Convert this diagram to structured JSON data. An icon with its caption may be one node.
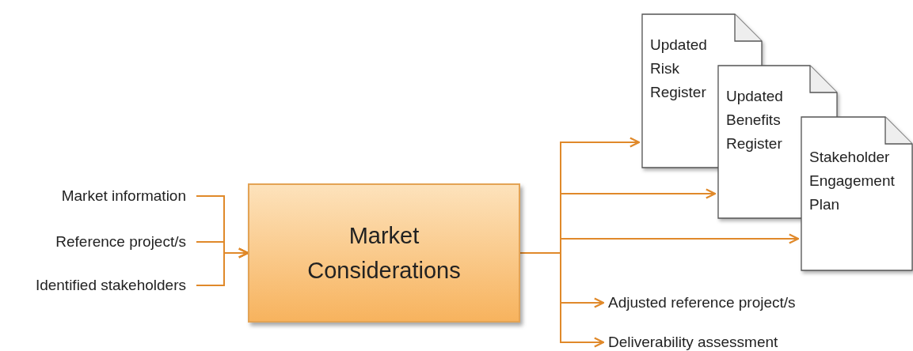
{
  "diagram": {
    "nodes": [
      {
        "text": [
          "Market information"
        ]
      },
      {
        "text": [
          "Reference project/s"
        ]
      },
      {
        "text": [
          "Identified stakeholders"
        ]
      },
      {
        "text": [
          "Market Considerations"
        ]
      },
      {
        "text": [
          "Updated Risk Register"
        ]
      },
      {
        "text": [
          "Updated Benefits Register"
        ]
      },
      {
        "text": [
          "Stakeholder Engagement Plan"
        ]
      },
      {
        "text": [
          "Adjusted reference project/s"
        ]
      },
      {
        "text": [
          "Deliverability assessment"
        ]
      }
    ],
    "edges": [
      {
        "from": 0,
        "to": 3,
        "arrow": "to"
      },
      {
        "from": 1,
        "to": 3,
        "arrow": "to"
      },
      {
        "from": 2,
        "to": 3,
        "arrow": "to"
      },
      {
        "from": 3,
        "to": 4,
        "arrow": "to"
      },
      {
        "from": 3,
        "to": 5,
        "arrow": "to"
      },
      {
        "from": 3,
        "to": 6,
        "arrow": "to"
      },
      {
        "from": 3,
        "to": 7,
        "arrow": "to"
      },
      {
        "from": 3,
        "to": 8,
        "arrow": "to"
      }
    ]
  }
}
